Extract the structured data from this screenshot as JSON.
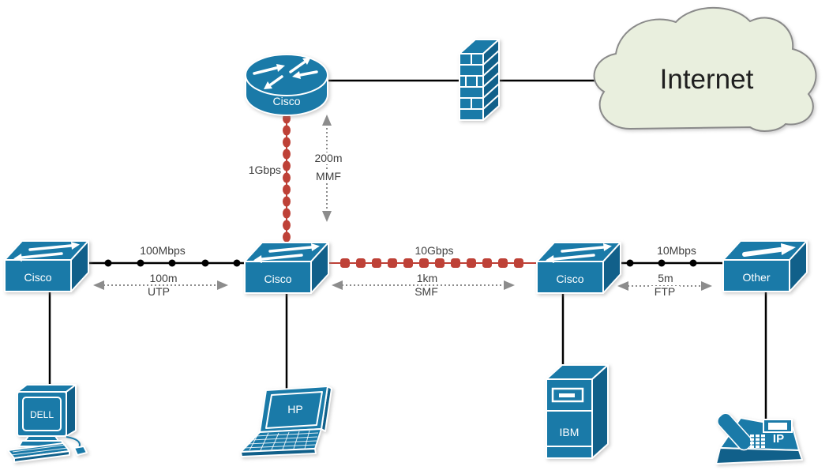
{
  "nodes": {
    "internet": {
      "label": "Internet",
      "type": "cloud"
    },
    "router": {
      "label": "Cisco",
      "type": "router"
    },
    "firewall": {
      "type": "firewall"
    },
    "switch_left": {
      "label": "Cisco",
      "type": "switch"
    },
    "switch_core": {
      "label": "Cisco",
      "type": "switch"
    },
    "switch_right": {
      "label": "Cisco",
      "type": "switch"
    },
    "switch_other": {
      "label": "Other",
      "type": "switch"
    },
    "pc": {
      "label": "DELL",
      "type": "desktop"
    },
    "laptop": {
      "label": "HP",
      "type": "laptop"
    },
    "server": {
      "label": "IBM",
      "type": "server"
    },
    "phone": {
      "label": "IP",
      "type": "ip-phone"
    }
  },
  "links": {
    "uplink": {
      "speed": "1Gbps",
      "distance": "200m",
      "medium": "MMF",
      "style": "red-beaded-fiber"
    },
    "segment_left": {
      "speed": "100Mbps",
      "distance": "100m",
      "medium": "UTP",
      "style": "black-dotted-copper"
    },
    "segment_right": {
      "speed": "10Gbps",
      "distance": "1km",
      "medium": "SMF",
      "style": "red-beaded-fiber"
    },
    "segment_other": {
      "speed": "10Mbps",
      "distance": "5m",
      "medium": "FTP",
      "style": "black-dotted-copper"
    }
  },
  "colors": {
    "device_blue": "#1a7aa8",
    "device_blue_dark": "#11608a",
    "fiber_red": "#be4137",
    "link_black": "#000000",
    "measure_gray": "#8c8c8c",
    "cloud_fill": "#e9efde",
    "cloud_stroke": "#8a8a8a",
    "label_text": "#3f3f3f",
    "background": "#ffffff"
  }
}
